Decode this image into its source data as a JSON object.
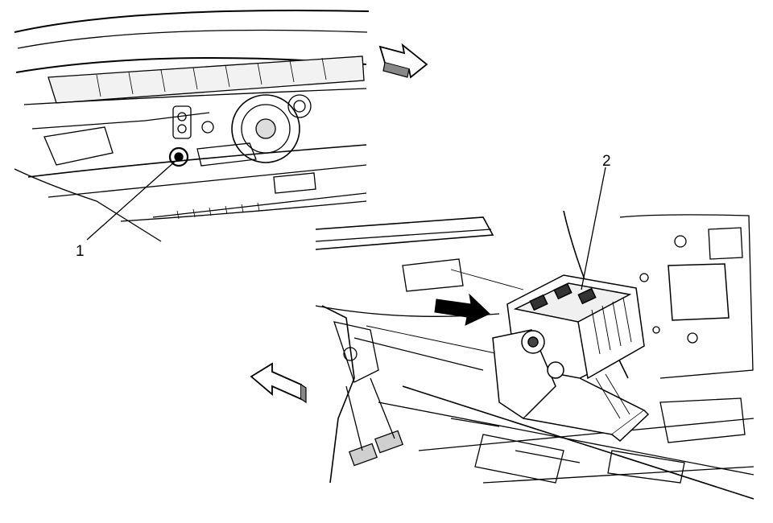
{
  "callouts": [
    {
      "id": "1",
      "label": "1"
    },
    {
      "id": "2",
      "label": "2"
    }
  ],
  "panels": {
    "top_left": {
      "view": "engine-compartment-cowl"
    },
    "bottom_right": {
      "view": "vehicle-interior-hvac-module"
    }
  },
  "icons": [
    "direction-arrow-outline-icon",
    "direction-arrow-outline-icon",
    "direction-arrow-solid-icon",
    "heater-case-nut-icon"
  ],
  "colors": {
    "line": "#000000",
    "background": "#ffffff"
  }
}
